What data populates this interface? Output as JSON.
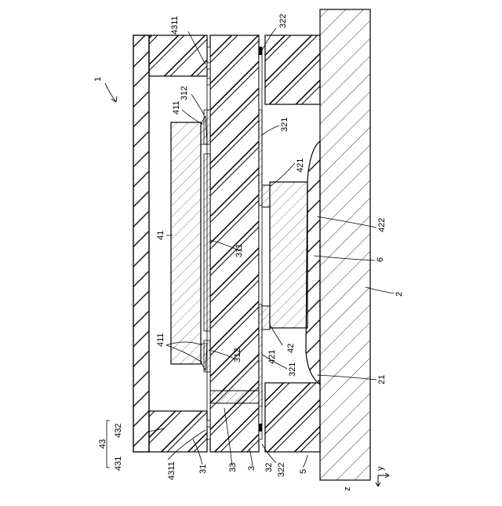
{
  "figure": {
    "ref_1": "1",
    "ref_2": "2",
    "ref_21": "21",
    "ref_3": "3",
    "ref_31": "31",
    "ref_311": "311",
    "ref_312_top": "312",
    "ref_312_bottom": "312",
    "ref_32": "32",
    "ref_321_top": "321",
    "ref_321_bottom": "321",
    "ref_322_top": "322",
    "ref_322_bottom": "322",
    "ref_33": "33",
    "ref_41": "41",
    "ref_411_top": "411",
    "ref_411_bottom": "411",
    "ref_42": "42",
    "ref_421_top": "421",
    "ref_421_bottom": "421",
    "ref_422": "422",
    "ref_43": "43",
    "ref_431": "431",
    "ref_4311_top": "4311",
    "ref_4311_bottom": "4311",
    "ref_432": "432",
    "ref_5": "5",
    "ref_6": "6",
    "axis_y": "y",
    "axis_z": "z"
  }
}
